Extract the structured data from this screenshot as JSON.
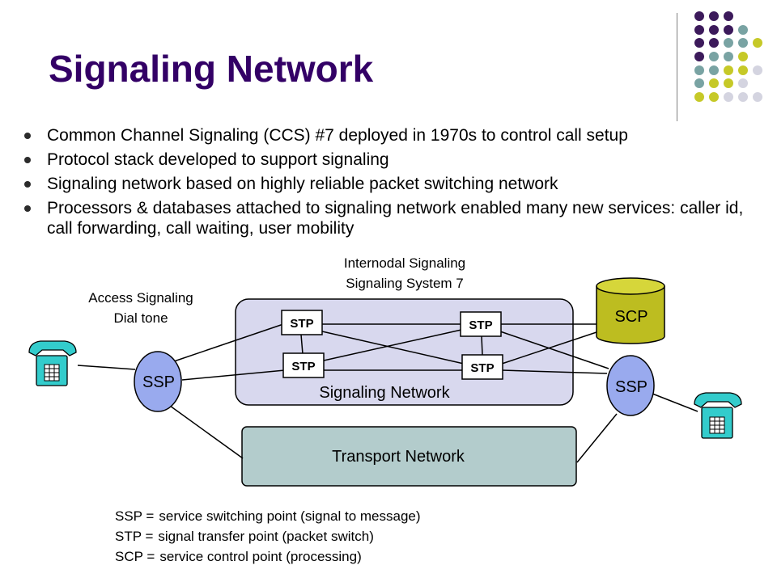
{
  "slide": {
    "title": "Signaling Network",
    "bullets": [
      "Common Channel Signaling (CCS) #7 deployed in 1970s to control call setup",
      "Protocol stack developed to support signaling",
      "Signaling network based on highly reliable packet switching network",
      "Processors & databases attached to signaling network enabled many new services:  caller id, call forwarding, call waiting, user mobility"
    ]
  },
  "diagram": {
    "internodal_label_line1": "Internodal Signaling",
    "internodal_label_line2": "Signaling System 7",
    "access_label_line1": "Access Signaling",
    "access_label_line2": "Dial tone",
    "signaling_network_label": "Signaling Network",
    "transport_network_label": "Transport Network",
    "ssp_left_label": "SSP",
    "ssp_right_label": "SSP",
    "scp_label": "SCP",
    "stp_labels": [
      "STP",
      "STP",
      "STP",
      "STP"
    ],
    "colors": {
      "title": "#330066",
      "signaling_network_fill": "#d8d8ee",
      "transport_network_fill": "#b3cccc",
      "ssp_fill": "#99aaee",
      "scp_fill": "#bdbd20",
      "phone": "#33cccc"
    }
  },
  "legend": [
    {
      "abbr": "SSP =",
      "definition": "service switching point (signal to message)"
    },
    {
      "abbr": "STP =",
      "definition": "signal transfer point (packet switch)"
    },
    {
      "abbr": "SCP =",
      "definition": "service control point (processing)"
    }
  ],
  "decoration": {
    "dot_colors": {
      "purple": "#3c1a5b",
      "teal": "#79a3a3",
      "yellow": "#c6c928",
      "gray": "#d4d4e0"
    }
  }
}
